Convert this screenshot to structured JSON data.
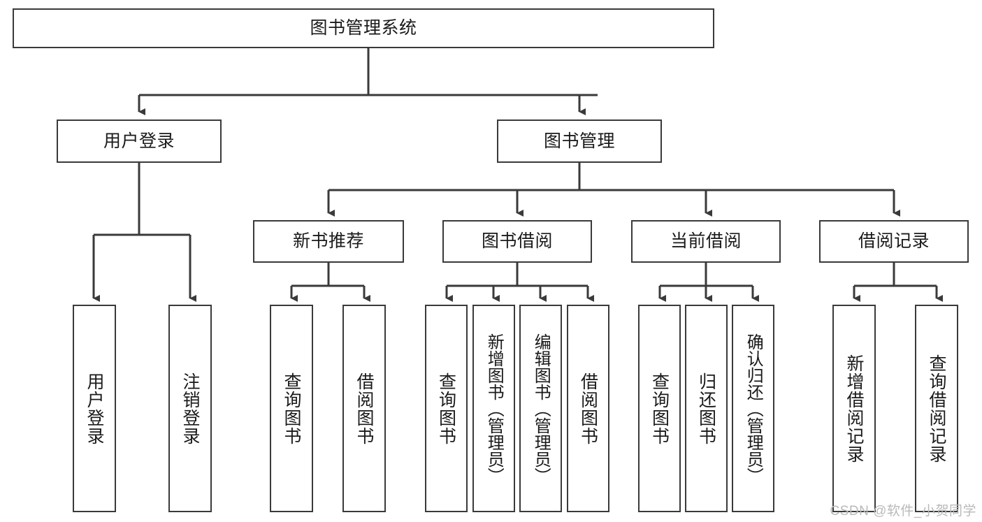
{
  "diagram": {
    "title": "图书管理系统",
    "type": "tree-hierarchy",
    "orientation": "top-down",
    "box_fill": "#ffffff",
    "box_stroke": "#3a3a3a",
    "text_color": "#1a1a1a",
    "watermark": "CSDN @软件_小贺同学",
    "root": {
      "id": "root",
      "label": "图书管理系统"
    },
    "level2": [
      {
        "id": "user-login",
        "label": "用户登录"
      },
      {
        "id": "book-management",
        "label": "图书管理"
      }
    ],
    "level3": [
      {
        "id": "new-book-recommend",
        "label": "新书推荐",
        "parent": "book-management"
      },
      {
        "id": "book-borrow",
        "label": "图书借阅",
        "parent": "book-management"
      },
      {
        "id": "current-borrow",
        "label": "当前借阅",
        "parent": "book-management"
      },
      {
        "id": "borrow-record",
        "label": "借阅记录",
        "parent": "book-management"
      }
    ],
    "leaves": {
      "user_login": [
        {
          "id": "leaf-user-login",
          "label": "用户登录"
        },
        {
          "id": "leaf-logout-login",
          "label": "注销登录"
        }
      ],
      "new_book_recommend": [
        {
          "id": "leaf-query-book-1",
          "label": "查询图书"
        },
        {
          "id": "leaf-borrow-book-1",
          "label": "借阅图书"
        }
      ],
      "book_borrow": [
        {
          "id": "leaf-query-book-2",
          "label": "查询图书"
        },
        {
          "id": "leaf-add-book",
          "label": "新增图书（管理员）"
        },
        {
          "id": "leaf-edit-book",
          "label": "编辑图书（管理员）"
        },
        {
          "id": "leaf-borrow-book-2",
          "label": "借阅图书"
        }
      ],
      "current_borrow": [
        {
          "id": "leaf-query-book-3",
          "label": "查询图书"
        },
        {
          "id": "leaf-return-book",
          "label": "归还图书"
        },
        {
          "id": "leaf-confirm-return",
          "label": "确认归还（管理员）"
        }
      ],
      "borrow_record": [
        {
          "id": "leaf-add-borrow-record",
          "label": "新增借阅记录"
        },
        {
          "id": "leaf-query-borrow-record",
          "label": "查询借阅记录"
        }
      ]
    }
  }
}
